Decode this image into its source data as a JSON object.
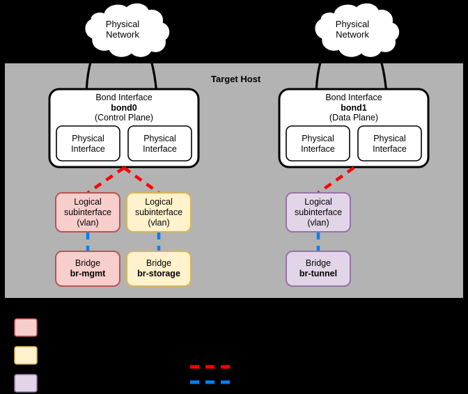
{
  "diagram": {
    "title": "Target Host",
    "background_color": "#000000",
    "host_panel_color": "#b3b3b3",
    "clouds": [
      {
        "name": "cloud-left",
        "line1": "Physical",
        "line2": "Network"
      },
      {
        "name": "cloud-right",
        "line1": "Physical",
        "line2": "Network"
      }
    ],
    "bonds": [
      {
        "name": "bond0",
        "title": "Bond Interface",
        "id": "bond0",
        "plane": "(Control Plane)",
        "interfaces": [
          {
            "line1": "Physical",
            "line2": "Interface"
          },
          {
            "line1": "Physical",
            "line2": "Interface"
          }
        ]
      },
      {
        "name": "bond1",
        "title": "Bond Interface",
        "id": "bond1",
        "plane": "(Data Plane)",
        "interfaces": [
          {
            "line1": "Physical",
            "line2": "Interface"
          },
          {
            "line1": "Physical",
            "line2": "Interface"
          }
        ]
      }
    ],
    "subinterfaces": [
      {
        "name": "logical-subinterface-mgmt",
        "line1": "Logical",
        "line2": "subinterface",
        "line3": "(vlan)",
        "fill": "#f8cecc",
        "stroke": "#b85450"
      },
      {
        "name": "logical-subinterface-storage",
        "line1": "Logical",
        "line2": "subinterface",
        "line3": "(vlan)",
        "fill": "#fff2cc",
        "stroke": "#d6b656"
      },
      {
        "name": "logical-subinterface-tunnel",
        "line1": "Logical",
        "line2": "subinterface",
        "line3": "(vlan)",
        "fill": "#e1d5e7",
        "stroke": "#9673a6"
      }
    ],
    "bridges": [
      {
        "name": "bridge-br-mgmt",
        "line1": "Bridge",
        "line2": "br-mgmt",
        "fill": "#f8cecc",
        "stroke": "#b85450"
      },
      {
        "name": "bridge-br-storage",
        "line1": "Bridge",
        "line2": "br-storage",
        "fill": "#fff2cc",
        "stroke": "#d6b656"
      },
      {
        "name": "bridge-br-tunnel",
        "line1": "Bridge",
        "line2": "br-tunnel",
        "fill": "#e1d5e7",
        "stroke": "#9673a6"
      }
    ],
    "connector_colors": {
      "vlan_trunk_dashed": "#ff0000",
      "bridge_link_dashed": "#0080ff",
      "physical_link": "#000000"
    },
    "legend": {
      "swatches": [
        {
          "name": "legend-swatch-mgmt",
          "fill": "#f8cecc",
          "stroke": "#b85450",
          "label": ""
        },
        {
          "name": "legend-swatch-storage",
          "fill": "#fff2cc",
          "stroke": "#d6b656",
          "label": ""
        },
        {
          "name": "legend-swatch-tunnel",
          "fill": "#e1d5e7",
          "stroke": "#9673a6",
          "label": ""
        }
      ],
      "lines": [
        {
          "name": "legend-line-red-dashed",
          "color": "#ff0000",
          "label": ""
        },
        {
          "name": "legend-line-blue-dashed",
          "color": "#0080ff",
          "label": ""
        }
      ]
    }
  }
}
